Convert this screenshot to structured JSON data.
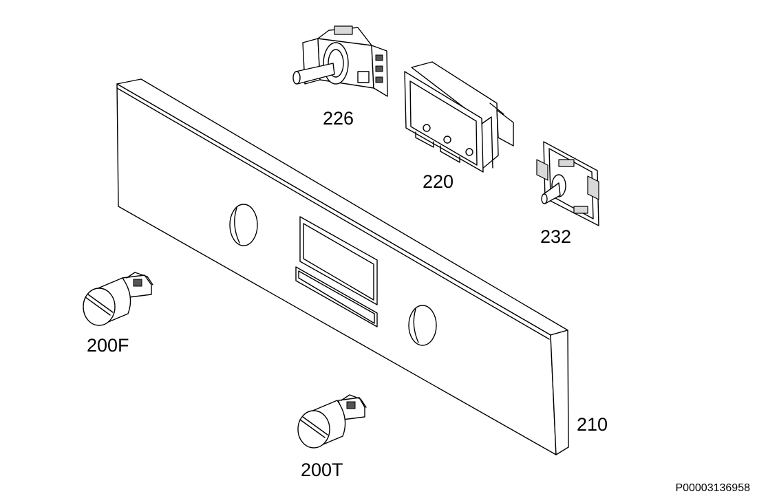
{
  "labels": {
    "part_226": "226",
    "part_220": "220",
    "part_232": "232",
    "part_200F": "200F",
    "part_200T": "200T",
    "part_210": "210"
  },
  "document_id": "P00003136958"
}
